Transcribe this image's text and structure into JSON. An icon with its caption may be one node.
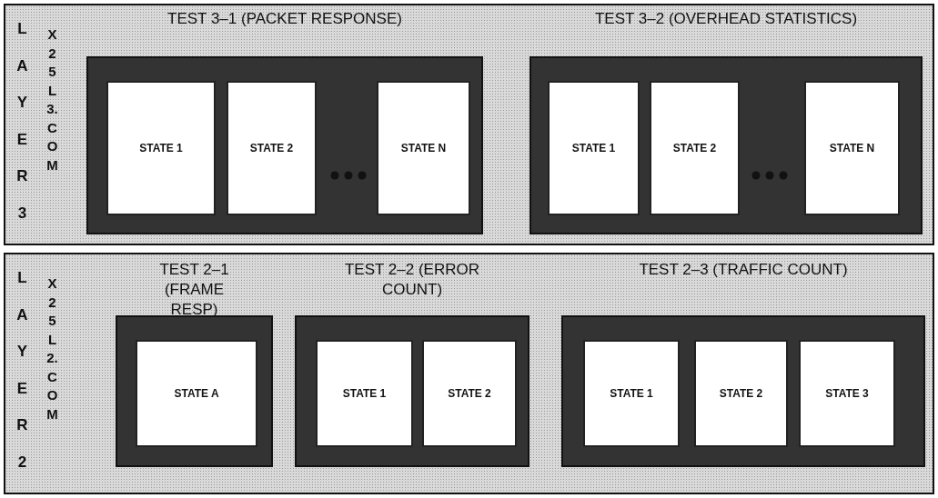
{
  "diagram": {
    "nodes": [
      {
        "text": [
          "LAYER 3",
          "X25L3.COM"
        ]
      },
      {
        "text": [
          "TEST 3–1 (PACKET RESPONSE)"
        ],
        "in": 0
      },
      {
        "text": [
          "STATE 1"
        ],
        "in": 1
      },
      {
        "text": [
          "STATE 2"
        ],
        "in": 1
      },
      {
        "text": [
          "STATE N"
        ],
        "in": 1
      },
      {
        "text": [
          "TEST 3–2 (OVERHEAD STATISTICS)"
        ],
        "in": 0
      },
      {
        "text": [
          "STATE 1"
        ],
        "in": 5
      },
      {
        "text": [
          "STATE 2"
        ],
        "in": 5
      },
      {
        "text": [
          "STATE N"
        ],
        "in": 5
      },
      {
        "text": [
          "LAYER 2",
          "X25L2.COM"
        ]
      },
      {
        "text": [
          "TEST 2–1 (FRAME RESP)"
        ],
        "in": 9
      },
      {
        "text": [
          "STATE A"
        ],
        "in": 10
      },
      {
        "text": [
          "TEST 2–2 (ERROR COUNT)"
        ],
        "in": 9
      },
      {
        "text": [
          "STATE 1"
        ],
        "in": 12
      },
      {
        "text": [
          "STATE 2"
        ],
        "in": 12
      },
      {
        "text": [
          "TEST 2–3 (TRAFFIC COUNT)"
        ],
        "in": 9
      },
      {
        "text": [
          "STATE 1"
        ],
        "in": 15
      },
      {
        "text": [
          "STATE 2"
        ],
        "in": 15
      },
      {
        "text": [
          "STATE 3"
        ],
        "in": 15
      }
    ]
  }
}
